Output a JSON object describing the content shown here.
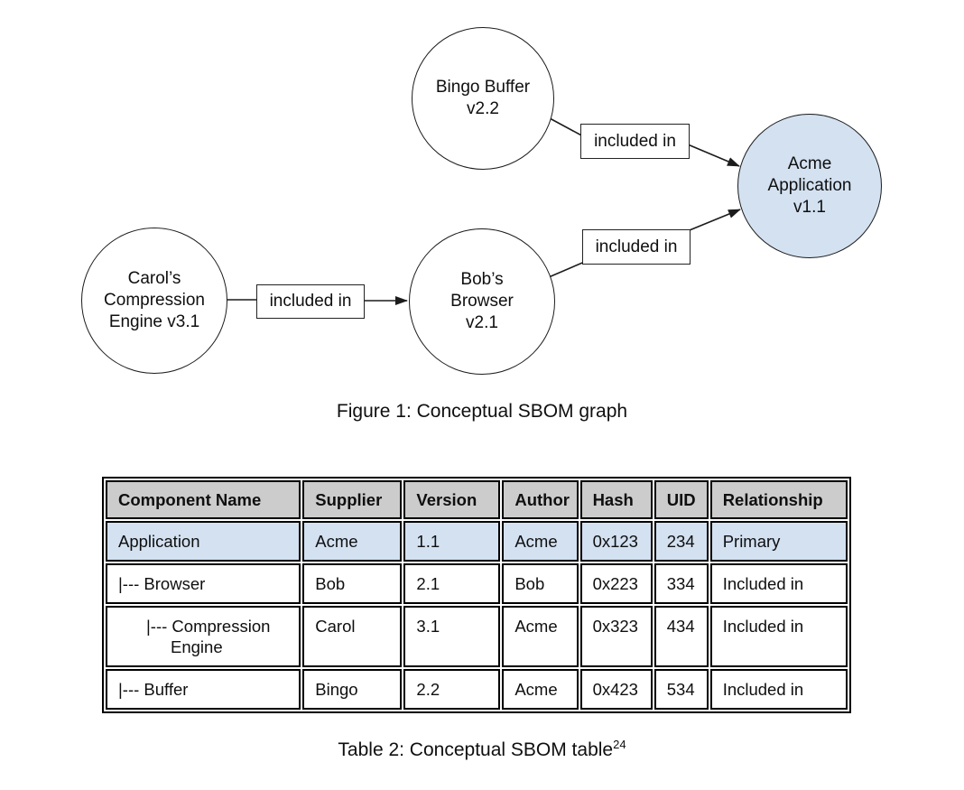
{
  "figure": {
    "caption": "Figure 1: Conceptual SBOM graph"
  },
  "graph": {
    "nodes": {
      "bingo": {
        "label": "Bingo Buffer\nv2.2",
        "fill": "#ffffff"
      },
      "acme": {
        "label": "Acme\nApplication\nv1.1",
        "fill": "#d3e1f1"
      },
      "carol": {
        "label": "Carol’s\nCompression\nEngine v3.1",
        "fill": "#ffffff"
      },
      "bob": {
        "label": "Bob’s\nBrowser\nv2.1",
        "fill": "#ffffff"
      }
    },
    "edges": [
      {
        "from": "Bingo Buffer v2.2",
        "to": "Acme Application v1.1",
        "label": "included in"
      },
      {
        "from": "Bob’s Browser v2.1",
        "to": "Acme Application v1.1",
        "label": "included in"
      },
      {
        "from": "Carol’s Compression Engine v3.1",
        "to": "Bob’s Browser v2.1",
        "label": "included in"
      }
    ]
  },
  "table": {
    "headers": [
      "Component Name",
      "Supplier",
      "Version",
      "Author",
      "Hash",
      "UID",
      "Relationship"
    ],
    "rows": [
      {
        "highlight": true,
        "cells": [
          "Application",
          "Acme",
          "1.1",
          "Acme",
          "0x123",
          "234",
          "Primary"
        ]
      },
      {
        "highlight": false,
        "cells": [
          "|--- Browser",
          "Bob",
          "2.1",
          "Bob",
          "0x223",
          "334",
          "Included in"
        ]
      },
      {
        "highlight": false,
        "cells": [
          "|--- Compression\nEngine",
          "Carol",
          "3.1",
          "Acme",
          "0x323",
          "434",
          "Included in"
        ]
      },
      {
        "highlight": false,
        "cells": [
          "|--- Buffer",
          "Bingo",
          "2.2",
          "Acme",
          "0x423",
          "534",
          "Included in"
        ]
      }
    ],
    "caption": {
      "text": "Table 2: Conceptual SBOM table",
      "superscript": "24"
    }
  },
  "colors": {
    "node_highlight_blue": "#d3e1f1",
    "row_highlight_blue": "#d3e1f1",
    "header_gray": "#cccccc",
    "line_black": "#1c1c1c"
  }
}
